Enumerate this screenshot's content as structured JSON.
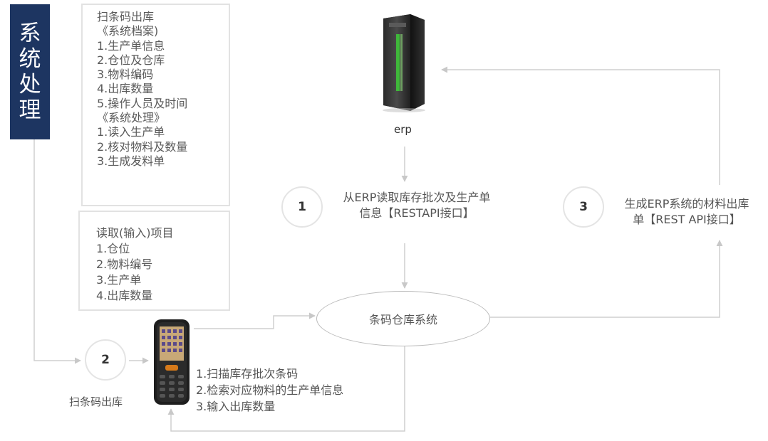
{
  "banner": {
    "title": "系统处理"
  },
  "archive_box": {
    "lines": [
      "扫条码出库",
      "《系统档案)",
      "1.生产单信息",
      "2.仓位及仓库",
      "3.物料编码",
      "4.出库数量",
      "5.操作人员及时间",
      "《系统处理》",
      "1.读入生产单",
      "2.核对物料及数量",
      "3.生成发料单"
    ]
  },
  "input_box": {
    "lines": [
      "读取(输入)项目",
      "1.仓位",
      "2.物料编号",
      "3.生产单",
      "4.出库数量"
    ]
  },
  "erp": {
    "label": "erp",
    "icon": "erp-server-icon"
  },
  "steps": [
    {
      "number": "1",
      "lines": [
        "从ERP读取库存批次及生产单",
        "信息【RESTAPI接口】"
      ]
    },
    {
      "number": "2",
      "lines": [
        "扫条码出库"
      ]
    },
    {
      "number": "3",
      "lines": [
        "生成ERP系统的材料出库",
        "单【REST API接口】"
      ]
    }
  ],
  "system": {
    "label": "条码仓库系统"
  },
  "scanner": {
    "icon": "handheld-scanner-icon",
    "actions": [
      "1.扫描库存批次条码",
      "2.检索对应物料的生产单信息",
      "3.输入出库数量"
    ]
  },
  "colors": {
    "banner": "#1d3561",
    "connector": "#c8c8c8",
    "box_border": "#e2e2e2",
    "server_green": "#3fb83a"
  }
}
